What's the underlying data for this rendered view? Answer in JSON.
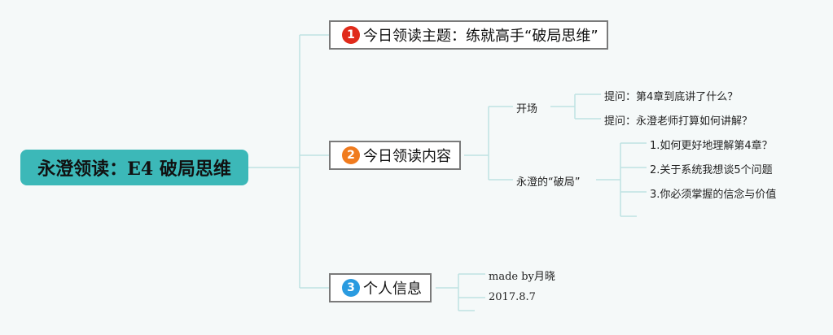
{
  "root": {
    "title": "永澄领读：E4 破局思维"
  },
  "topics": [
    {
      "badge": "1",
      "badge_color": "#e02a1b",
      "label": "今日领读主题：练就高手“破局思维”"
    },
    {
      "badge": "2",
      "badge_color": "#f07b1e",
      "label": "今日领读内容"
    },
    {
      "badge": "3",
      "badge_color": "#2a9be0",
      "label": "个人信息"
    }
  ],
  "content": {
    "opening": {
      "label": "开场",
      "items": [
        "提问：第4章到底讲了什么？",
        "提问：永澄老师打算如何讲解？"
      ]
    },
    "breakout": {
      "label": "永澄的“破局”",
      "items": [
        "1.如何更好地理解第4章？",
        "2.关于系统我想谈5个问题",
        "3.你必须掌握的信念与价值"
      ]
    }
  },
  "personal": {
    "items": [
      "made by月晓",
      "2017.8.7"
    ]
  },
  "colors": {
    "background": "#f5f9f9",
    "root_fill": "#3cb8b8",
    "connector": "#bfe3e3",
    "topic_border": "#7a7a7a"
  }
}
